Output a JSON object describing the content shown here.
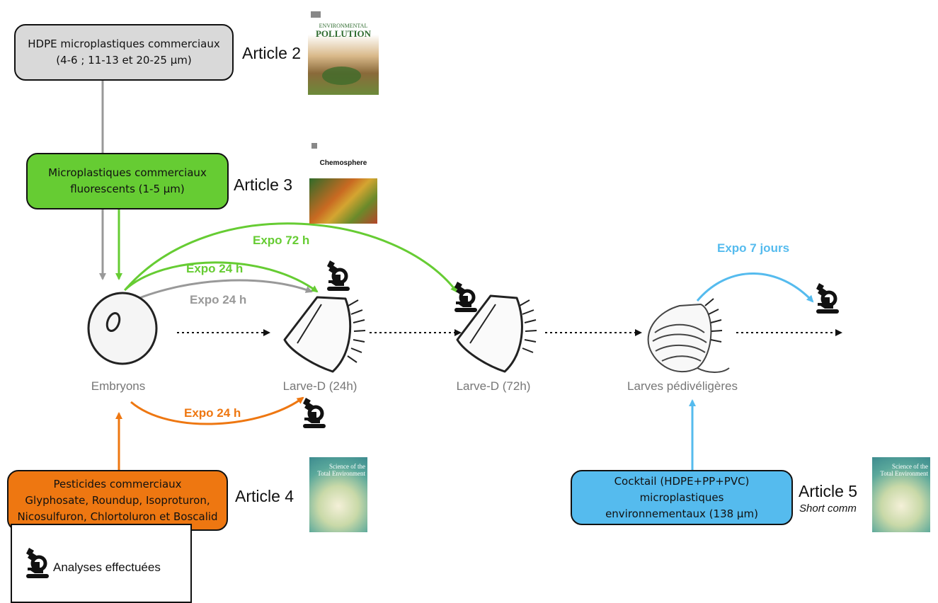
{
  "colors": {
    "grey": "#999999",
    "green": "#66cc33",
    "orange": "#ee7711",
    "blue": "#55bbee",
    "box_grey": "#d9d9d9",
    "box_green": "#66cc33",
    "box_orange": "#ee7711",
    "box_blue": "#55bbee"
  },
  "boxes": {
    "hdpe": "HDPE microplastiques commerciaux\n(4-6 ; 11-13 et 20-25 µm)",
    "fluo": "Microplastiques commerciaux\nfluorescents (1-5 µm)",
    "pesticides": "Pesticides commerciaux\nGlyphosate, Roundup, Isoproturon,\nNicosulfuron, Chlortoluron et Boscalid",
    "cocktail": "Cocktail (HDPE+PP+PVC) microplastiques\nenvironnementaux (138 µm)"
  },
  "articles": {
    "a2": "Article 2",
    "a3": "Article 3",
    "a4": "Article 4",
    "a5": "Article 5",
    "a5_note": "Short comm"
  },
  "journals": {
    "env_pollution_l1": "ENVIRONMENTAL",
    "env_pollution_l2": "POLLUTION",
    "chemosphere": "Chemosphere",
    "stoten_l1": "Science of the",
    "stoten_l2": "Total Environment"
  },
  "stages": {
    "embryons": "Embryons",
    "larve24": "Larve-D (24h)",
    "larve72": "Larve-D (72h)",
    "pedi": "Larves pédivéligères"
  },
  "expo": {
    "green72": "Expo 72 h",
    "green24": "Expo 24 h",
    "grey24": "Expo 24 h",
    "orange24": "Expo 24 h",
    "blue7": "Expo 7 jours"
  },
  "legend": {
    "label": "Analyses effectuées",
    "icon": "microscope-icon"
  }
}
